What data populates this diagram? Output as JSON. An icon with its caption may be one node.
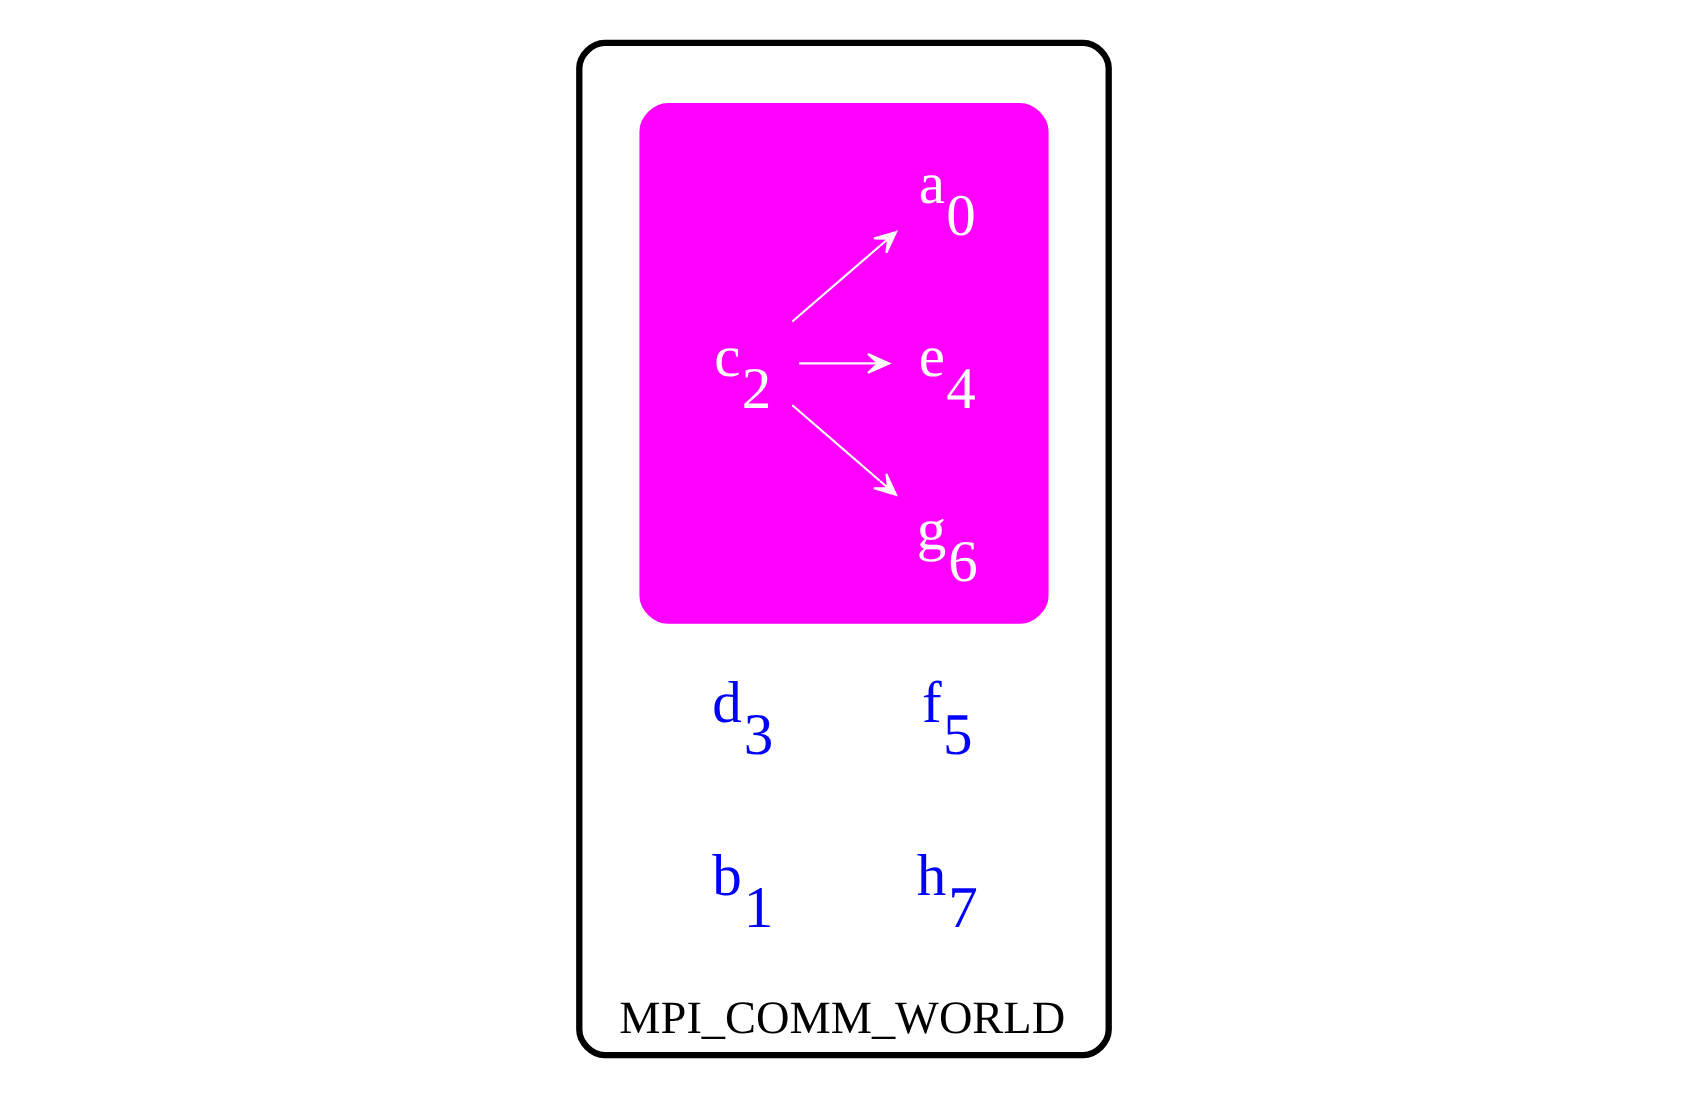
{
  "diagram": {
    "nodes": [
      {
        "text": [
          "MPI_COMM_WORLD"
        ]
      },
      {
        "text": [
          "d$_{3}$"
        ],
        "in": 0
      },
      {
        "text": [
          "b$_{1}$"
        ],
        "in": 0
      },
      {
        "text": [],
        "shape": "box",
        "in": 0
      },
      {
        "text": [
          "c$_{2}$"
        ],
        "in": 3
      },
      {
        "text": [
          "g$_{6}$"
        ],
        "in": 3
      },
      {
        "text": [
          "e$_{4}$"
        ],
        "in": 3
      },
      {
        "text": [
          "a$_{0}$"
        ],
        "in": 3
      },
      {
        "text": [
          "f$_{5}$"
        ],
        "in": 0
      },
      {
        "text": [
          "h$_{7}$"
        ],
        "in": 0
      }
    ],
    "edges": [
      {
        "from": 4,
        "to": 5,
        "arrow": "to"
      },
      {
        "from": 4,
        "to": 6,
        "arrow": "to"
      },
      {
        "from": 4,
        "to": 7,
        "arrow": "to"
      }
    ]
  }
}
